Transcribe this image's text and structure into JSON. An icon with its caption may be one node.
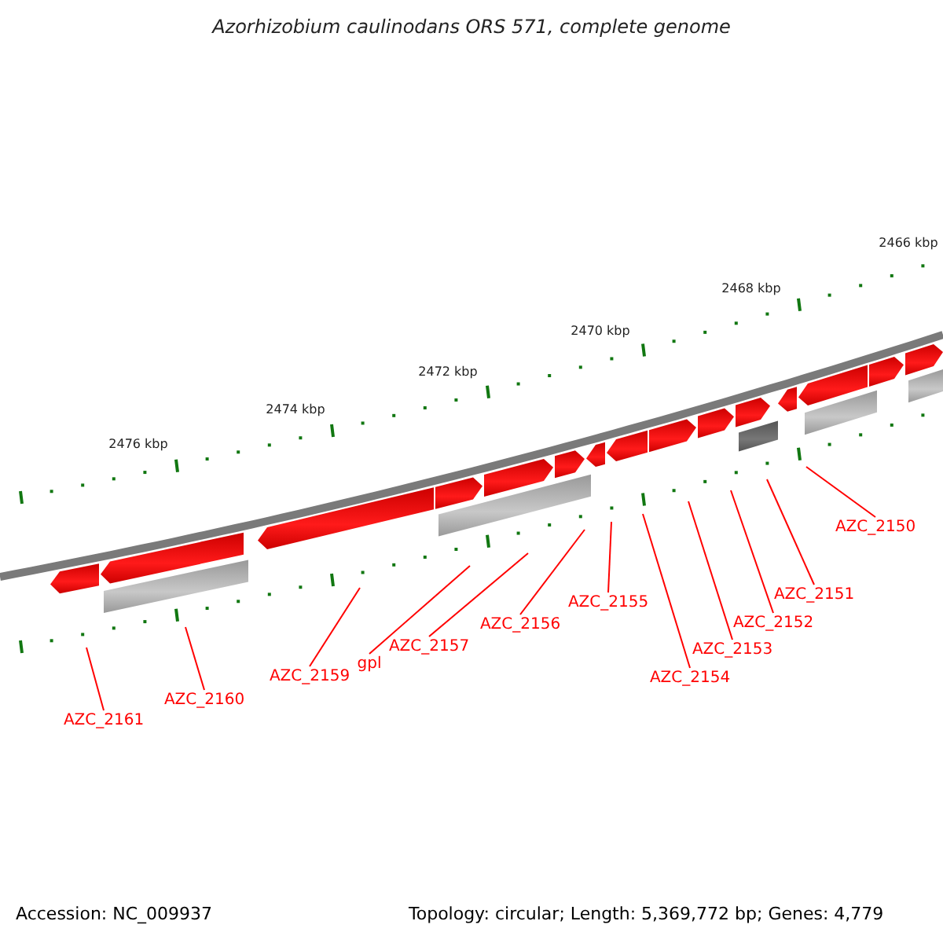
{
  "diagram": {
    "title": "Azorhizobium caulinodans ORS 571, complete genome",
    "nodes": [
      {
        "text": [
          "AZC_2150"
        ]
      },
      {
        "text": [
          "AZC_2151"
        ]
      },
      {
        "text": [
          "AZC_2152"
        ]
      },
      {
        "text": [
          "AZC_2153"
        ]
      },
      {
        "text": [
          "AZC_2154"
        ]
      },
      {
        "text": [
          "AZC_2155"
        ]
      },
      {
        "text": [
          "AZC_2156"
        ]
      },
      {
        "text": [
          "AZC_2157"
        ]
      },
      {
        "text": [
          "gpl"
        ]
      },
      {
        "text": [
          "AZC_2159"
        ]
      },
      {
        "text": [
          "AZC_2160"
        ]
      },
      {
        "text": [
          "AZC_2161"
        ]
      }
    ],
    "edges": [
      {
        "from": 0,
        "to": null,
        "arrow": "none"
      },
      {
        "from": 1,
        "to": null,
        "arrow": "none"
      },
      {
        "from": 2,
        "to": null,
        "arrow": "none"
      },
      {
        "from": 3,
        "to": null,
        "arrow": "none"
      },
      {
        "from": 4,
        "to": null,
        "arrow": "none"
      },
      {
        "from": 5,
        "to": null,
        "arrow": "none"
      },
      {
        "from": 6,
        "to": null,
        "arrow": "none"
      },
      {
        "from": 7,
        "to": null,
        "arrow": "none"
      },
      {
        "from": 8,
        "to": null,
        "arrow": "none"
      },
      {
        "from": 9,
        "to": null,
        "arrow": "none"
      },
      {
        "from": 10,
        "to": null,
        "arrow": "none"
      },
      {
        "from": 11,
        "to": null,
        "arrow": "none"
      }
    ],
    "labels": [
      "2466 kbp",
      "2468 kbp",
      "2470 kbp",
      "2472 kbp",
      "2474 kbp",
      "2476 kbp",
      "Accession: NC_009937",
      "Topology: circular; Length: 5,369,772 bp; Genes: 4,779"
    ]
  }
}
